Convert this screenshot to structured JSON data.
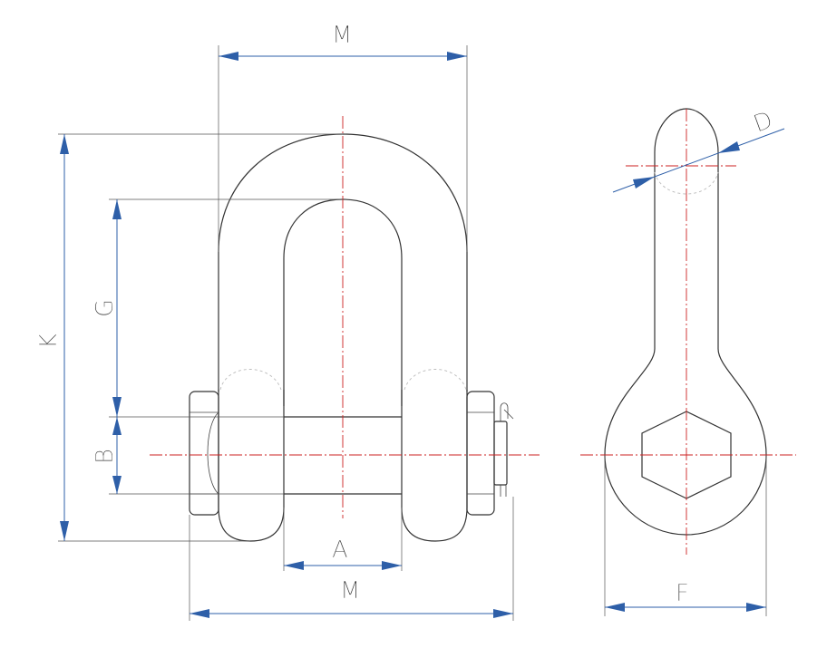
{
  "labels": {
    "m_top": "M",
    "m_bottom": "M",
    "k": "K",
    "g": "G",
    "b": "B",
    "a": "A",
    "d": "D",
    "f": "F"
  },
  "colors": {
    "dimension": "#2e5fa8",
    "centerline": "#cc2222",
    "outline": "#333333"
  }
}
